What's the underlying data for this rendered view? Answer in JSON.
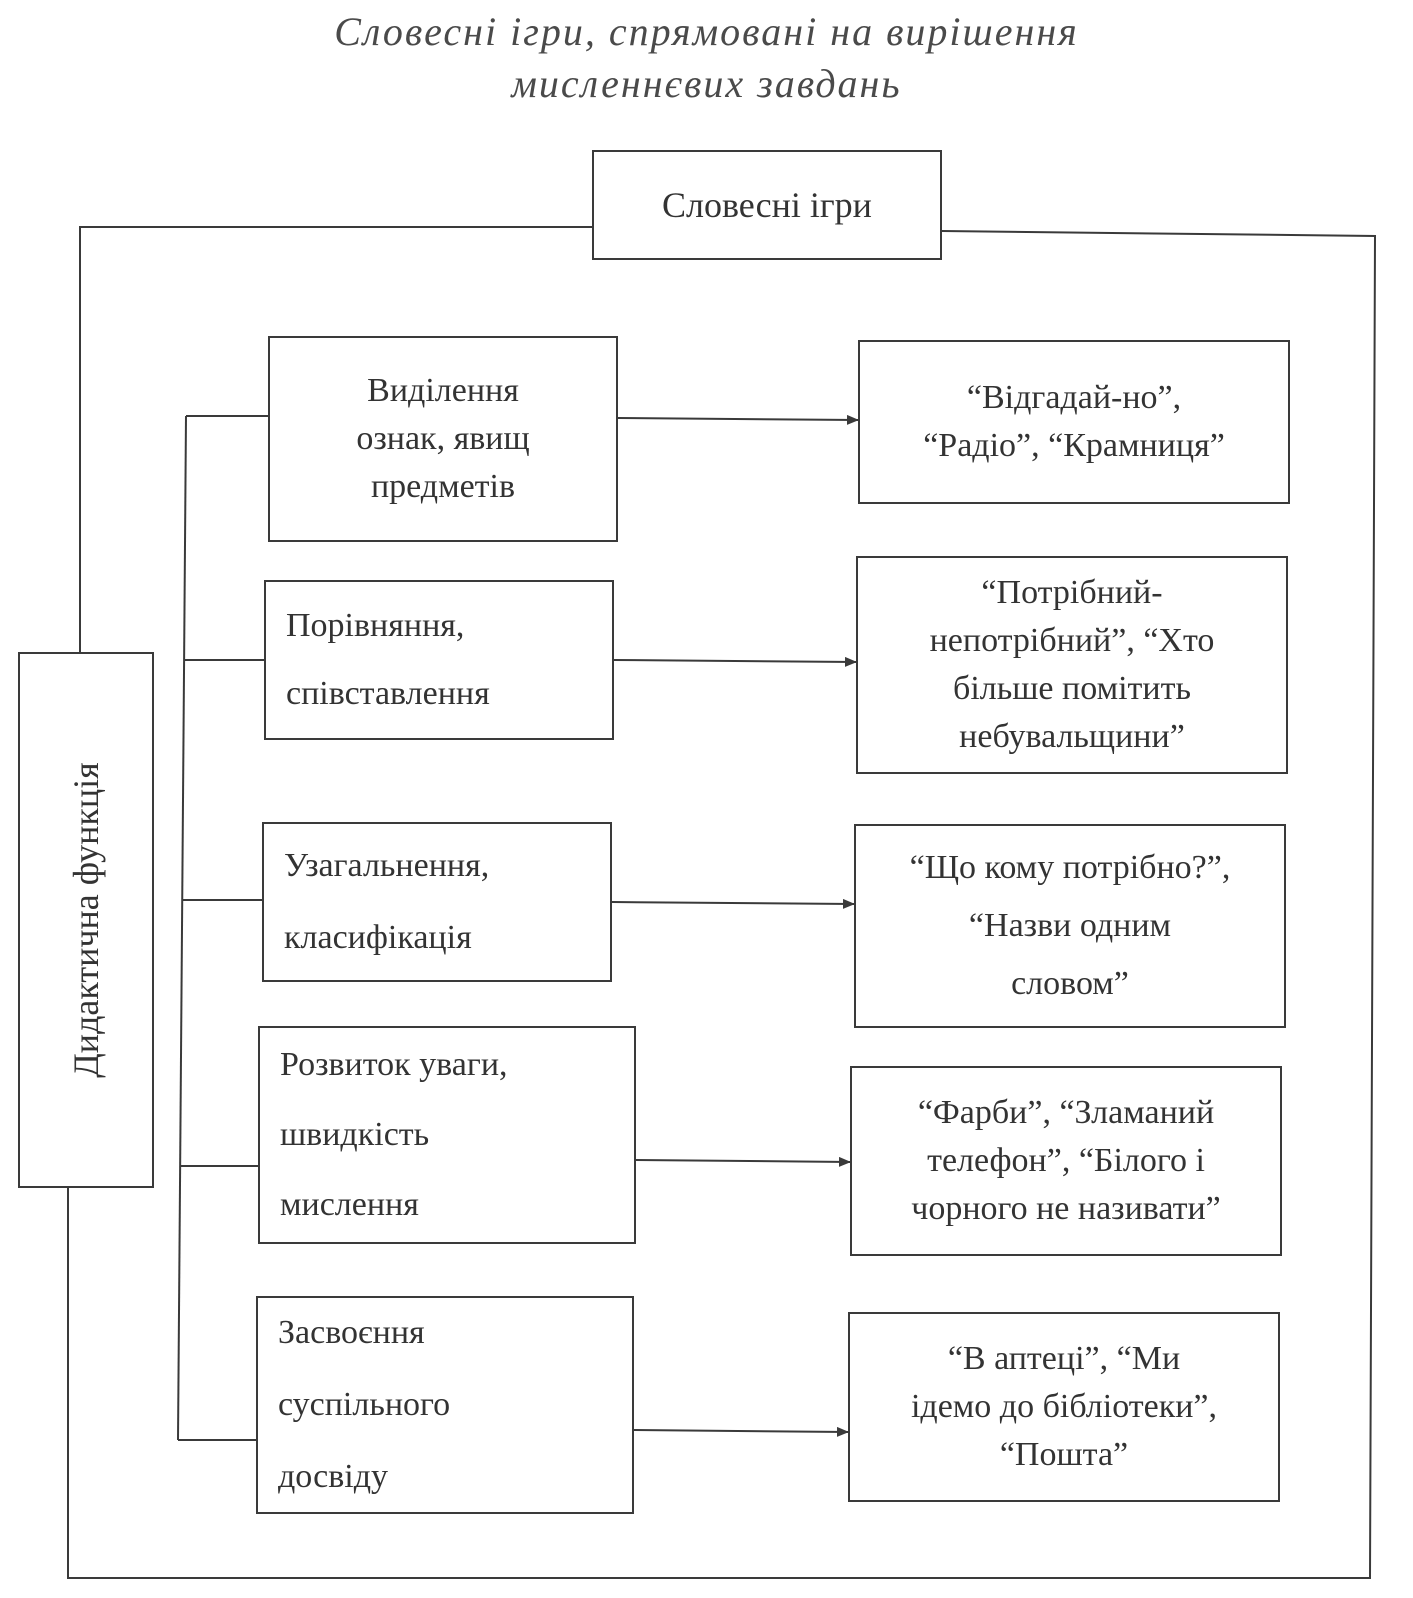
{
  "title": {
    "line1": "Словесні ігри, спрямовані на вирішення",
    "line2": "мисленнєвих завдань"
  },
  "root": "Словесні ігри",
  "side_label": "Дидактична функція",
  "functions": [
    "Виділення\nознак, явищ\nпредметів",
    "Порівняння,\nспівставлення",
    "Узагальнення,\nкласифікація",
    "Розвиток уваги,\nшвидкість\nмислення",
    "Засвоєння\nсуспільного\nдосвіду"
  ],
  "games": [
    "“Відгадай-но”,\n“Радіо”, “Крамниця”",
    "“Потрібний-\nнепотрібний”, “Хто\nбільше помітить\nнебувальщини”",
    "“Що кому потрібно?”,\n“Назви одним\nсловом”",
    "“Фарби”, “Зламаний\nтелефон”, “Білого і\nчорного не називати”",
    "“В аптеці”, “Ми\nідемо до бібліотеки”,\n“Пошта”"
  ]
}
